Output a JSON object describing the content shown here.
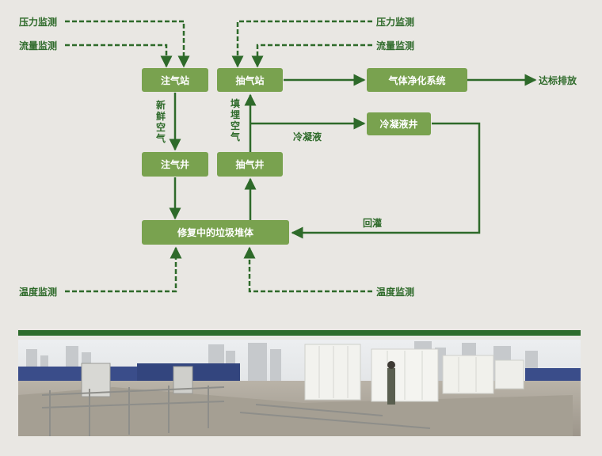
{
  "nodes": {
    "zhuqi_zhan": "注气站",
    "chouqi_zhan": "抽气站",
    "gas_purify": "气体净化系统",
    "zhuqi_jing": "注气井",
    "chouqi_jing": "抽气井",
    "lengning_jing": "冷凝液井",
    "garbage": "修复中的垃圾堆体"
  },
  "labels": {
    "pressure_left": "压力监测",
    "flow_left": "流量监测",
    "pressure_right": "压力监测",
    "flow_right": "流量监测",
    "discharge": "达标排放",
    "fresh_air": "新鲜空气",
    "buried_air": "填埋空气",
    "condensate": "冷凝液",
    "reinject": "回灌",
    "temp_left": "温度监测",
    "temp_right": "温度监测"
  },
  "colors": {
    "node_fill": "#79a24f",
    "arrow_green": "#2e6a2a",
    "divider": "#2d6b2c"
  }
}
